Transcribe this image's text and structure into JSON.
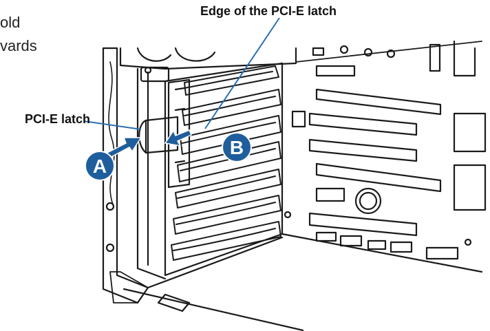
{
  "text_fragments": [
    "old",
    "vards"
  ],
  "callouts": {
    "edge_label": "Edge of the PCI-E latch",
    "latch_label": "PCI-E latch"
  },
  "badges": {
    "a": "A",
    "b": "B"
  },
  "colors": {
    "line_art": "#1a1a1a",
    "badge_fill": "#1f5e9c",
    "badge_stroke": "#ffffff",
    "arrow_fill": "#1f5e9c",
    "leader": "#2a6fb0"
  }
}
